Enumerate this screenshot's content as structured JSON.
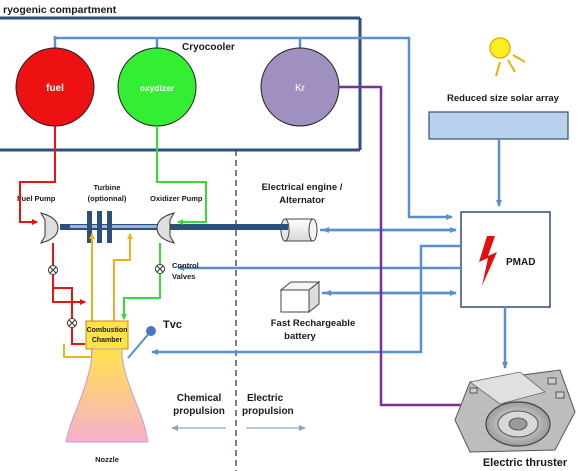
{
  "header": {
    "title": "ryogenic compartment"
  },
  "tanks": {
    "fuel": "fuel",
    "oxydizer": "oxydizer",
    "kr": "Kr",
    "cryocooler": "Cryocooler"
  },
  "solar": {
    "label": "Reduced size solar array"
  },
  "engine": {
    "fuel_pump": "Fuel Pump",
    "turbine_line1": "Turbine",
    "turbine_line2": "(optionnal)",
    "oxidizer_pump": "Oxidizer Pump",
    "control_valves_line1": "Control",
    "control_valves_line2": "Valves",
    "combustion_line1": "Combustion",
    "combustion_line2": "Chamber",
    "tvc": "Tvc",
    "nozzle": "Nozzle"
  },
  "alternator": {
    "line1": "Electrical engine /",
    "line2": "Alternator"
  },
  "battery": {
    "line1": "Fast Rechargeable",
    "line2": "battery"
  },
  "pmad": {
    "label": "PMAD"
  },
  "sections": {
    "chemical_line1": "Chemical",
    "chemical_line2": "propulsion",
    "electric_line1": "Electric",
    "electric_line2": "propulsion"
  },
  "thruster": {
    "label": "Electric thruster"
  },
  "colors": {
    "frame_blue": "#2d4f7c",
    "line_blue": "#5b8fc9",
    "fuel_red": "#ee1111",
    "oxidizer_green": "#33ee33",
    "kr_purple": "#a090c0",
    "purple_line": "#7a2ea0",
    "combustion_yellow": "#ffe24a",
    "panel_blue": "#b9d1ec",
    "bolt_red": "#e01010"
  }
}
